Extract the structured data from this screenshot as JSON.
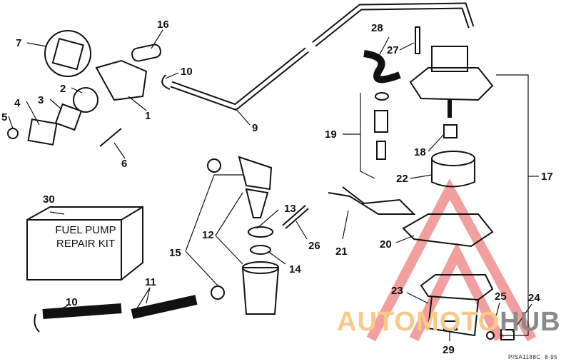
{
  "title": "Fuel pump parts diagram",
  "callouts": [
    "1",
    "2",
    "3",
    "4",
    "5",
    "6",
    "7",
    "9",
    "10",
    "10",
    "11",
    "12",
    "13",
    "14",
    "15",
    "16",
    "17",
    "18",
    "19",
    "20",
    "21",
    "22",
    "23",
    "24",
    "25",
    "26",
    "27",
    "28",
    "29",
    "30"
  ],
  "kit_label": {
    "line1": "FUEL PUMP",
    "line2": "REPAIR KIT"
  },
  "drawing_code": "PISA1188C",
  "drawing_date": "8-95",
  "watermark": {
    "part1": "AUTOMOTO",
    "part2": "HUB"
  },
  "colors": {
    "line": "#111111",
    "watermark_red": "#f08080",
    "watermark_orange": "#f7c98a",
    "watermark_grey": "#8a8a8a"
  }
}
